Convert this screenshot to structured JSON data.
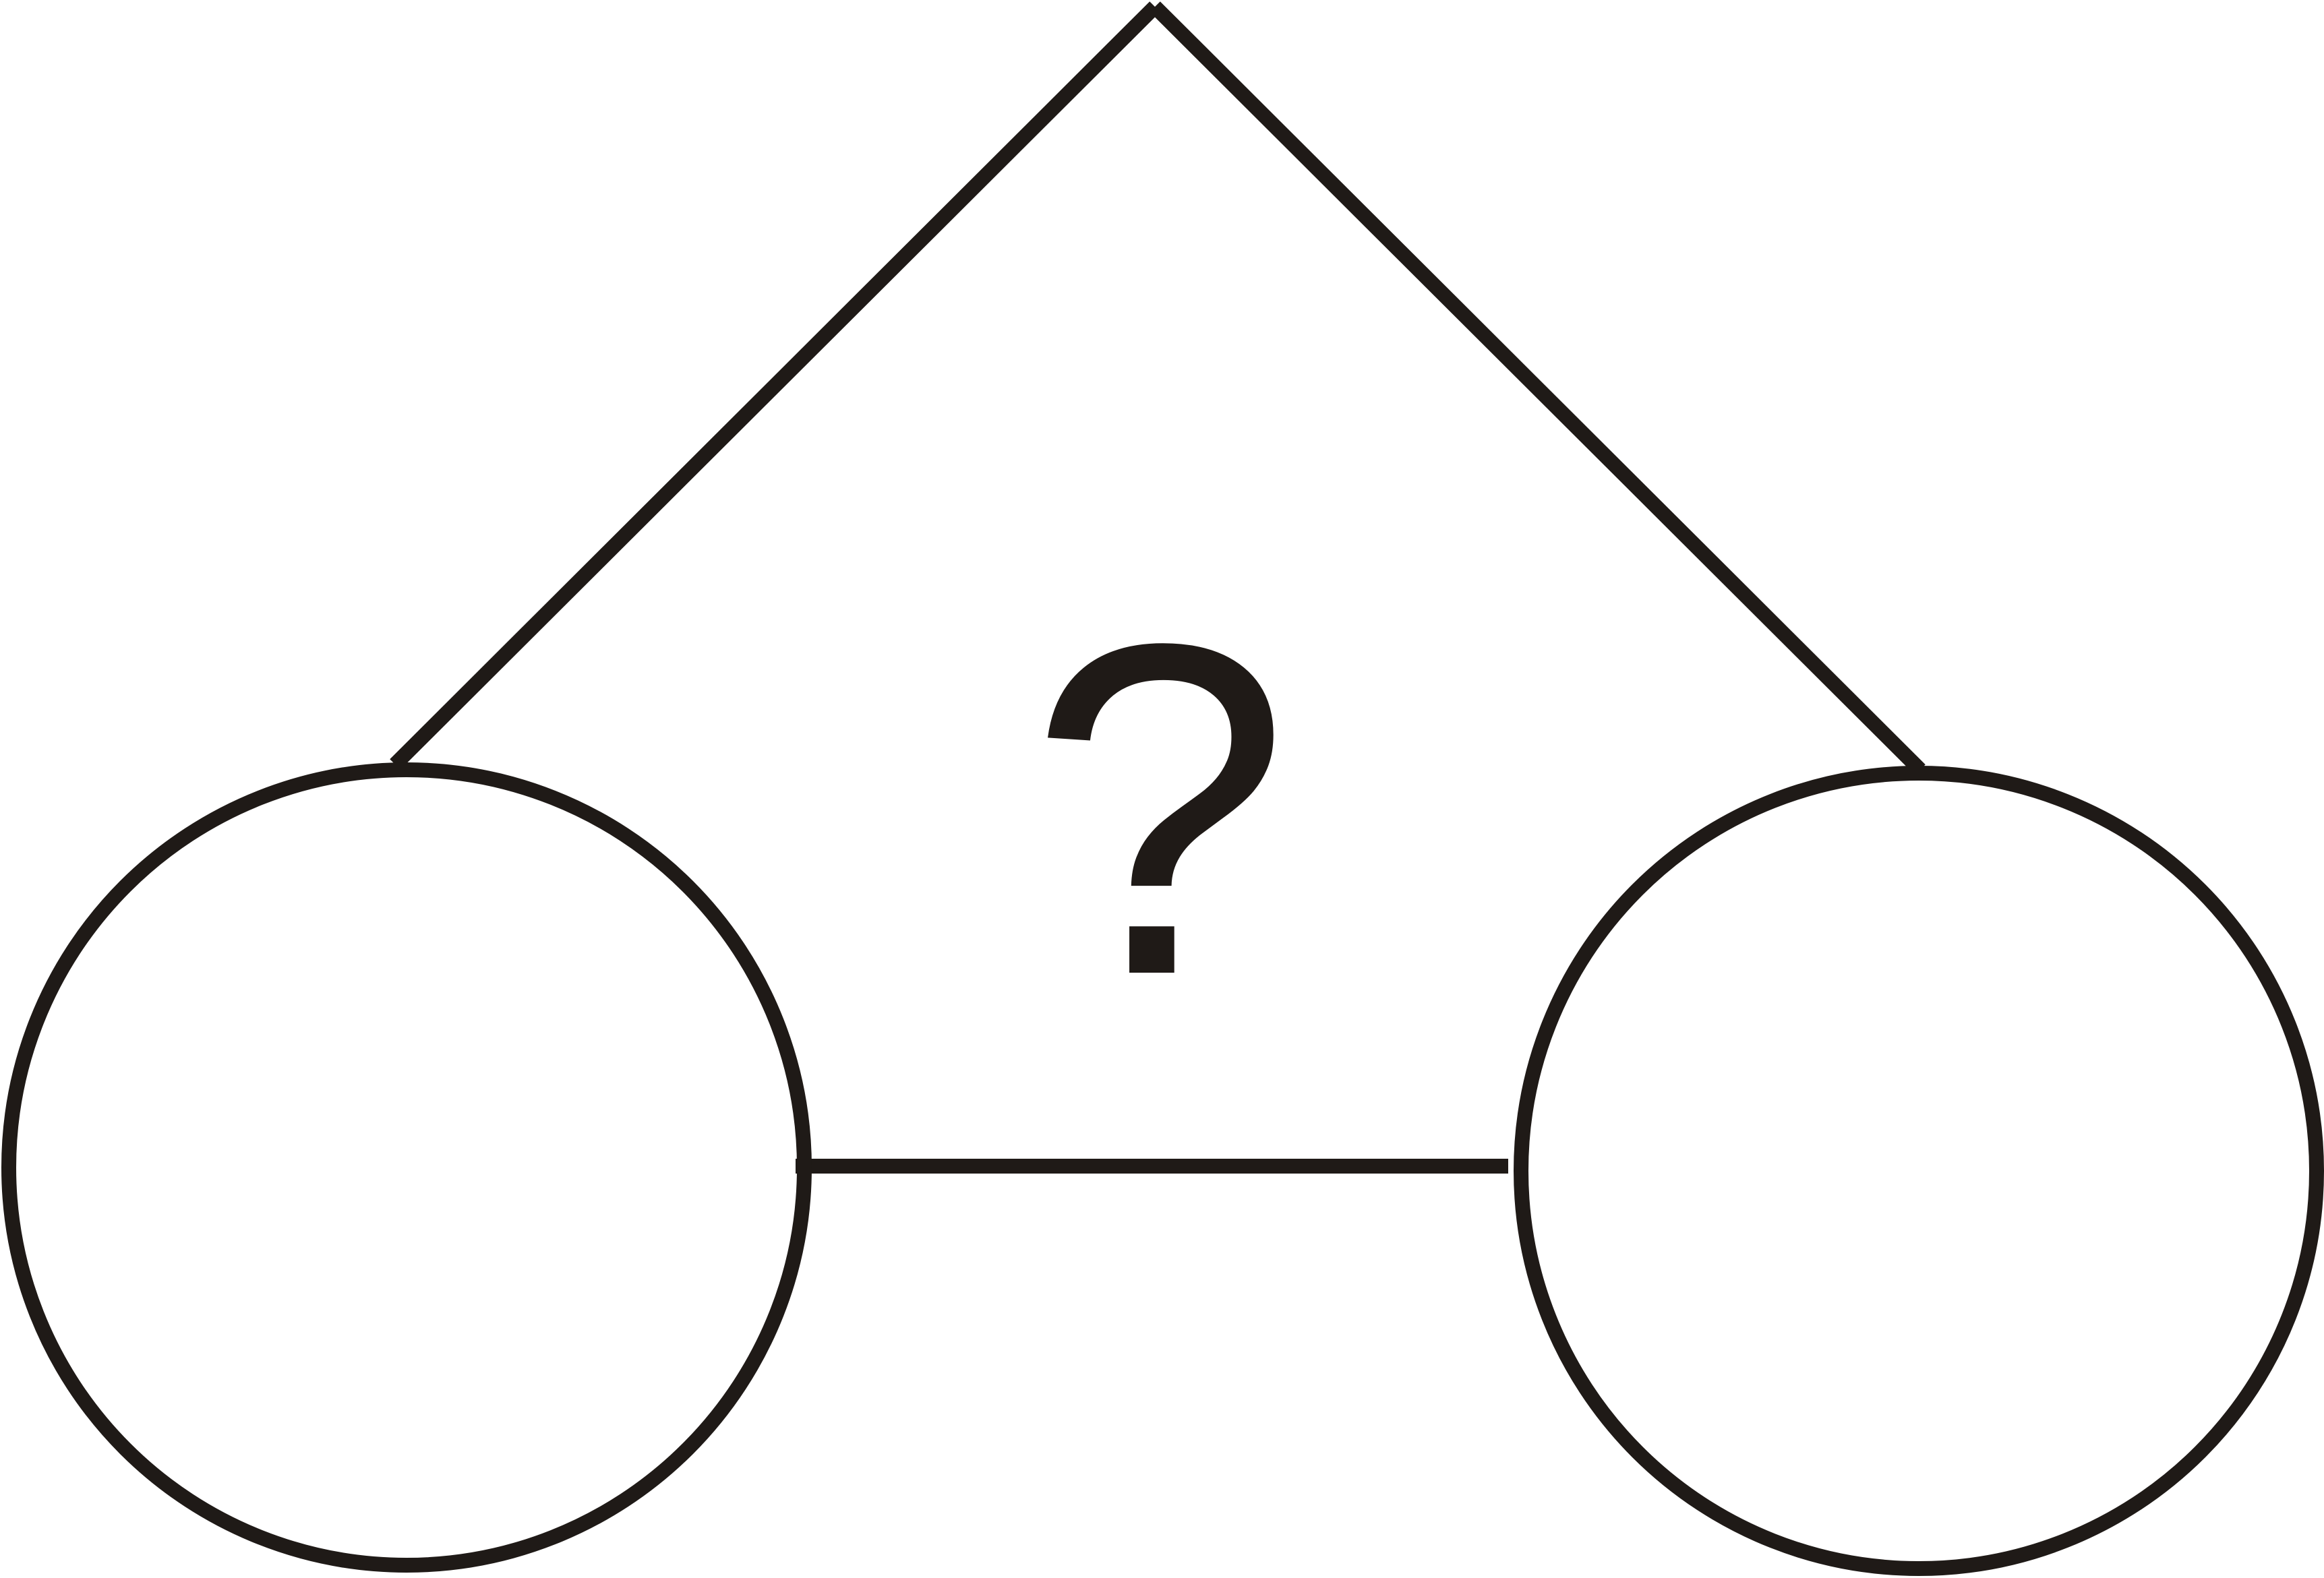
{
  "diagram": {
    "center_label": "?",
    "stroke_color": "#1f1a17",
    "background_color": "#ffffff",
    "elements": [
      "left-circle",
      "right-circle",
      "left-roof-line",
      "right-roof-line",
      "connector-line",
      "question-mark"
    ]
  }
}
